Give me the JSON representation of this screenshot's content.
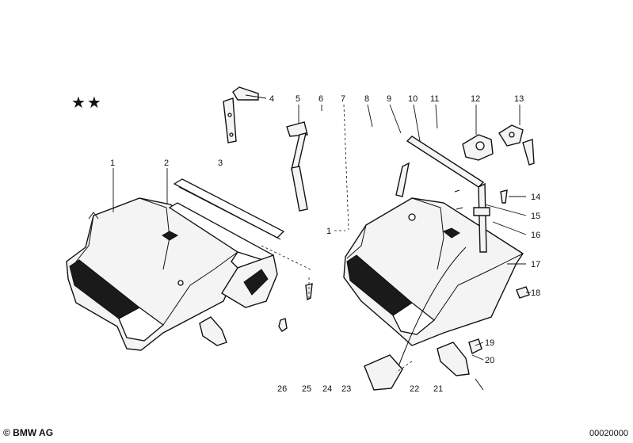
{
  "diagram": {
    "marker": "★★",
    "callouts": {
      "c1": "1",
      "c1b": "1",
      "c2": "2",
      "c3": "3",
      "c4": "4",
      "c5": "5",
      "c6": "6",
      "c7": "7",
      "c8": "8",
      "c9": "9",
      "c10": "10",
      "c11": "11",
      "c12": "12",
      "c13": "13",
      "c14": "14",
      "c15": "15",
      "c16": "16",
      "c17": "17",
      "c18": "18",
      "c19": "19",
      "c20": "20",
      "c21": "21",
      "c22": "22",
      "c23": "23",
      "c24": "24",
      "c25": "25",
      "c26": "26"
    }
  },
  "footer": {
    "copyright": "© BMW AG",
    "doc_number": "00020000"
  }
}
